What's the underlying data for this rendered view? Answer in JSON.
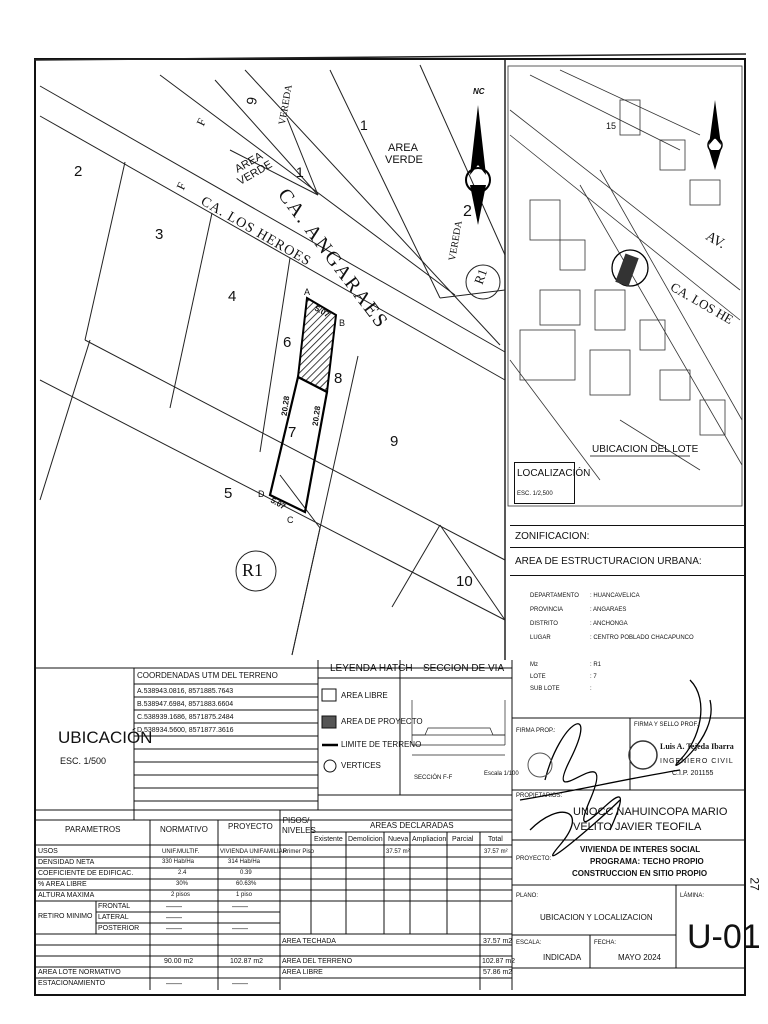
{
  "map": {
    "street_angaraes": "CA. ANGARAES",
    "street_heroes": "CA. LOS HEROES",
    "vereda": "VEREDA",
    "area_verde": "AREA VERDE",
    "north": "NC",
    "zone_tag": "R1",
    "lots": {
      "l1": "1",
      "l2": "2",
      "l3": "3",
      "l4": "4",
      "l5": "5",
      "l6": "6",
      "l7": "7",
      "l8": "8",
      "l9": "9",
      "l10": "10",
      "l6top": "6",
      "l1small": "1",
      "l2right": "2"
    },
    "vertices": {
      "a": "A",
      "b": "B",
      "c": "C",
      "d": "D"
    },
    "dims": {
      "top": "5.07",
      "bottom": "5.07",
      "left": "20.28",
      "right": "20.28"
    },
    "f_mark": "F"
  },
  "localization": {
    "title": "LOCALIZACIÓN",
    "scale": "ESC. 1/2,500",
    "lot_caption": "UBICACION DEL LOTE",
    "street_av": "AV.",
    "street_heroes": "CA. LOS HE",
    "lot_15": "15"
  },
  "zoning": {
    "zonificacion": "ZONIFICACION:",
    "area_estructuracion": "AREA DE ESTRUCTURACION URBANA:",
    "fields": [
      {
        "label": "DEPARTAMENTO",
        "value": ": HUANCAVELICA"
      },
      {
        "label": "PROVINCIA",
        "value": ": ANGARAES"
      },
      {
        "label": "DISTRITO",
        "value": ": ANCHONGA"
      },
      {
        "label": "LUGAR",
        "value": ": CENTRO POBLADO CHACAPUNCO"
      }
    ],
    "mz_label": "Mz",
    "mz_value": ": R1",
    "lote_label": "LOTE",
    "lote_value": ": 7",
    "sublote_label": "SUB LOTE",
    "sublote_value": ":"
  },
  "coords": {
    "title": "COORDENADAS UTM DEL TERRENO",
    "rows": [
      "A.538943.0816, 8571885.7643",
      "B.538947.6984, 8571883.6604",
      "C.538939.1686, 8571875.2484",
      "D.538934.5600, 8571877.3616"
    ]
  },
  "legend": {
    "title": "LEYENDA HATCH",
    "items": [
      "AREA LIBRE",
      "AREA DE PROYECTO",
      "LIMITE DE TERRENO",
      "VERTICES"
    ]
  },
  "section": {
    "title": "SECCION DE VIA",
    "caption": "SECCIÓN F-F",
    "scale": "Escala 1/100"
  },
  "ubicacion": {
    "title": "UBICACIÓN",
    "scale": "ESC. 1/500"
  },
  "signatures": {
    "firma_prop": "FIRMA PROP.:",
    "firma_sello": "FIRMA Y SELLO PROF.:",
    "engineer_name": "Luis A. Tejeda Ibarra",
    "engineer_title": "INGENIERO CIVIL",
    "cip": "C.I.P. 201155",
    "propietarios": "PROPIETARIOS:",
    "owner_1": "UNOCC NAHUINCOPA MARIO",
    "owner_2": "VELITO JAVIER TEOFILA"
  },
  "project": {
    "label": "PROYECTO:",
    "line1": "VIVIENDA DE INTERES SOCIAL",
    "line2": "PROGRAMA: TECHO PROPIO",
    "line3": "CONSTRUCCION EN SITIO PROPIO",
    "plano_label": "PLANO:",
    "plano_value": "UBICACION  Y  LOCALIZACION",
    "lamina_label": "LÁMINA:",
    "lamina_value": "U-01",
    "escala_label": "ESCALA:",
    "escala_value": "INDICADA",
    "fecha_label": "FECHA:",
    "fecha_value": "MAYO  2024"
  },
  "params": {
    "h_parametros": "PARAMETROS",
    "h_normativo": "NORMATIVO",
    "h_proyecto": "PROYECTO",
    "h_pisos": "PISOS/ NIVELES",
    "h_areas": "AREAS DECLARADAS",
    "h_existente": "Existente",
    "h_demolicion": "Demolicion",
    "h_nueva": "Nueva",
    "h_ampliacion": "Ampliacion",
    "h_parcial": "Parcial",
    "h_total": "Total",
    "rows": [
      {
        "param": "USOS",
        "norm": "UNIF.MULTIF.",
        "proy": "VIVIENDA UNIFAMILIAR"
      },
      {
        "param": "DENSIDAD NETA",
        "norm": "330 Hab/Ha",
        "proy": "314 Hab/Ha"
      },
      {
        "param": "COEFICIENTE DE EDIFICAC.",
        "norm": "2.4",
        "proy": "0.39"
      },
      {
        "param": "% AREA LIBRE",
        "norm": "30%",
        "proy": "60.63%"
      },
      {
        "param": "ALTURA MAXIMA",
        "norm": "2 pisos",
        "proy": "1 piso"
      }
    ],
    "retiro": "RETIRO MINIMO",
    "frontal": "FRONTAL",
    "lateral": "LATERAL",
    "posterior": "POSTERIOR",
    "area_lote": "AREA LOTE NORMATIVO",
    "area_lote_norm": "90.00 m2",
    "area_lote_proy": "102.87 m2",
    "estacionamiento": "ESTACIONAMIENTO",
    "piso": "Primer Piso",
    "nueva": "37.57 m²",
    "total": "37.57 m²",
    "area_techada": "AREA TECHADA",
    "area_techada_v": "37.57 m2",
    "area_terreno": "AREA DEL TERRENO",
    "area_terreno_v": "102.87 m2",
    "area_libre": "AREA LIBRE",
    "area_libre_v": "57.86 m2"
  },
  "margin": {
    "page_no": "27"
  }
}
